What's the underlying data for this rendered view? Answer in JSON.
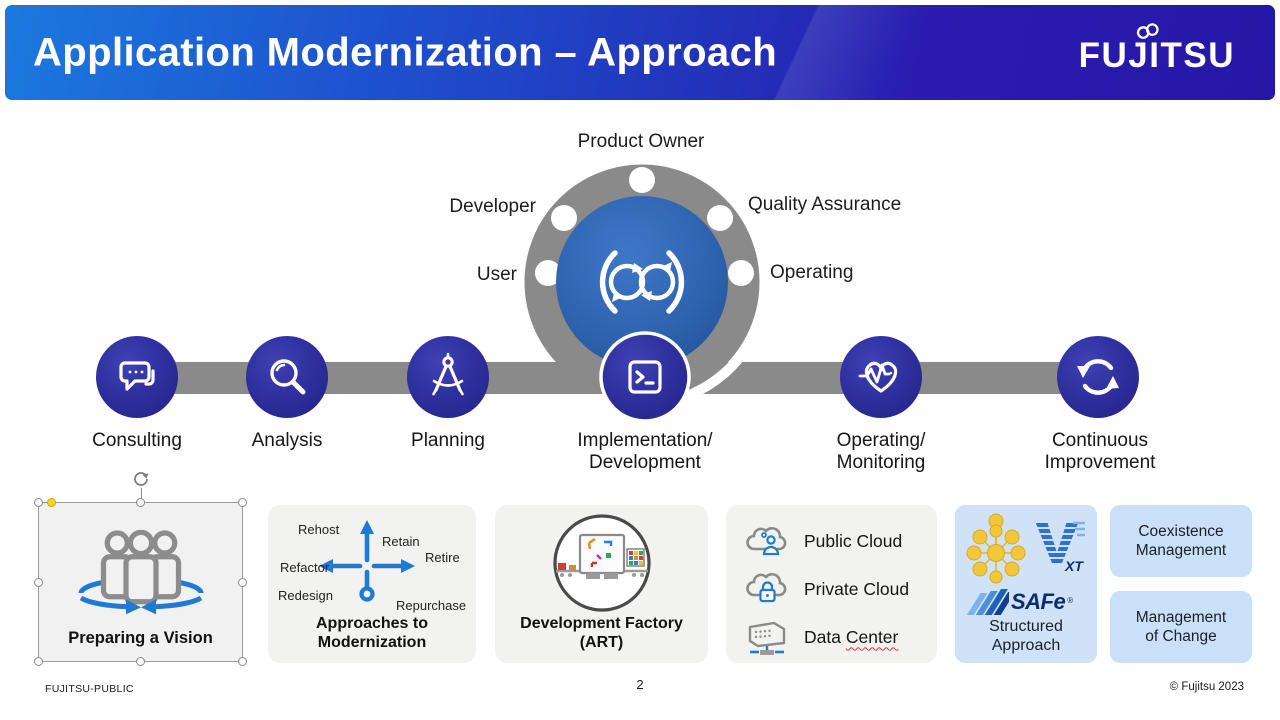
{
  "header": {
    "title": "Application Modernization – Approach",
    "logo_text": "FUJITSU"
  },
  "roles": [
    "Product Owner",
    "Developer",
    "User",
    "Quality Assurance",
    "Operating"
  ],
  "process_steps": [
    {
      "label": "Consulting",
      "icon": "chat-bubbles-icon"
    },
    {
      "label": "Analysis",
      "icon": "magnifier-icon"
    },
    {
      "label": "Planning",
      "icon": "drafting-compass-icon"
    },
    {
      "label": "Implementation/\nDevelopment",
      "icon": "terminal-icon"
    },
    {
      "label": "Operating/\nMonitoring",
      "icon": "heart-pulse-icon"
    },
    {
      "label": "Continuous\nImprovement",
      "icon": "cycle-arrows-icon"
    }
  ],
  "cards": {
    "vision": {
      "title": "Preparing a Vision",
      "selected": true
    },
    "approaches": {
      "title": "Approaches to\nModernization",
      "options": [
        "Rehost",
        "Retain",
        "Retire",
        "Refactor",
        "Redesign",
        "Repurchase"
      ]
    },
    "factory": {
      "title": "Development Factory\n(ART)"
    },
    "infrastructure": {
      "public": "Public Cloud",
      "private": "Private Cloud",
      "datacenter_word1": "Data",
      "datacenter_word2": "Center"
    },
    "structured": {
      "title": "Structured\nApproach",
      "xt_label": "XT",
      "safe_label": "SAFe",
      "registered": "®"
    },
    "coexistence": {
      "title": "Coexistence\nManagement"
    },
    "change": {
      "title": "Management\nof Change"
    }
  },
  "footer": {
    "classification": "FUJITSU-PUBLIC",
    "page_number": "2",
    "copyright": "© Fujitsu 2023"
  },
  "colors": {
    "header_gradient_left": "#1b79de",
    "header_gradient_right": "#2517a6",
    "node_indigo": "#2e2f9d",
    "ring_gray": "#8a8a8a",
    "devops_blue": "#2d62ae",
    "accent_blue": "#1f7ad4",
    "card_gray": "#f2f2f1",
    "card_light_blue": "#cfe2f7",
    "safe_navy": "#0a2e6e",
    "mindmap_yellow": "#f3c73a",
    "selection_handle_yellow": "#ffd21e",
    "spellcheck_red": "#e03131"
  }
}
